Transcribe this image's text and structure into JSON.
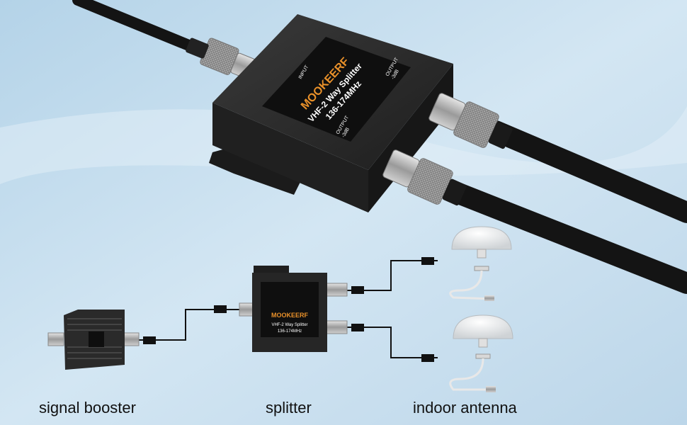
{
  "product": {
    "brand": "MOOKEERF",
    "model": "VHF-2 Way Splitter",
    "frequency": "136-174MHz",
    "input_label": "INPUT",
    "output_label": "OUTPUT",
    "output_loss": "-3dB"
  },
  "diagram": {
    "brand": "MOOKEERF",
    "model": "VHF-2 Way Splitter",
    "frequency": "136-174MHz"
  },
  "captions": {
    "booster": "signal booster",
    "splitter": "splitter",
    "antenna": "indoor antenna"
  },
  "colors": {
    "background": "#c6dcec",
    "housing": "#2a2a2a",
    "brand_text": "#e8902a",
    "cable": "#151515",
    "connector": "#b9b9b9"
  }
}
